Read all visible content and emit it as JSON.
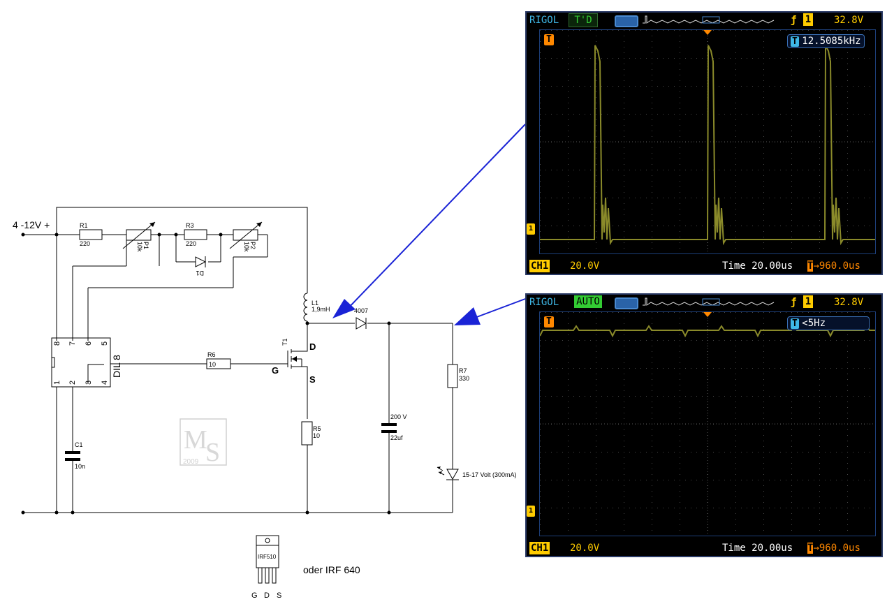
{
  "schematic": {
    "supply_label": "4 -12V +",
    "ic_label": "DIL 8",
    "ic_pins_top": [
      "8",
      "7",
      "6",
      "5"
    ],
    "ic_pins_bottom": [
      "1",
      "2",
      "3",
      "4"
    ],
    "r1": {
      "name": "R1",
      "value": "220"
    },
    "p1": {
      "name": "P1",
      "value": "10k"
    },
    "r3": {
      "name": "R3",
      "value": "220"
    },
    "p2": {
      "name": "P2",
      "value": "10k"
    },
    "d1": {
      "name": "D1"
    },
    "l1": {
      "name": "L1",
      "value": "1,9mH"
    },
    "diode": {
      "name": "4007"
    },
    "t1": {
      "name": "T1",
      "pin_d": "D",
      "pin_g": "G",
      "pin_s": "S"
    },
    "r6": {
      "name": "R6",
      "value": "10"
    },
    "r5": {
      "name": "R5",
      "value": "10"
    },
    "c1": {
      "name": "C1",
      "value": "10n"
    },
    "c2": {
      "voltage": "200 V",
      "value": "22uf"
    },
    "r7": {
      "name": "R7",
      "value": "330"
    },
    "led": {
      "label": "15-17 Volt (300mA)"
    },
    "watermark": {
      "letters": "MS",
      "year": "2009"
    },
    "package": {
      "name": "IRF510",
      "alt": "oder IRF 640",
      "pins": [
        "G",
        "D",
        "S"
      ]
    }
  },
  "scopes": [
    {
      "brand": "RIGOL",
      "mode": "T'D",
      "trig_channel": "1",
      "trig_level": "32.8V",
      "measure": "12.5085kHz",
      "channel": "CH1",
      "volts_div": "20.0V",
      "timebase": "Time 20.00us",
      "trig_offset": "960.0us",
      "mode_color": "#33cc33",
      "signal": "pulses"
    },
    {
      "brand": "RIGOL",
      "mode": "AUTO",
      "trig_channel": "1",
      "trig_level": "32.8V",
      "measure": "<5Hz",
      "channel": "CH1",
      "volts_div": "20.0V",
      "timebase": "Time 20.00us",
      "trig_offset": "960.0us",
      "mode_color": "#33cc33",
      "signal": "flat"
    }
  ],
  "colors": {
    "arrow": "#1a23d6",
    "trace": "#8a8a2a",
    "scope_text": "#3fb7e6",
    "scope_yellow": "#ffcc00",
    "scope_orange": "#ff8800"
  }
}
